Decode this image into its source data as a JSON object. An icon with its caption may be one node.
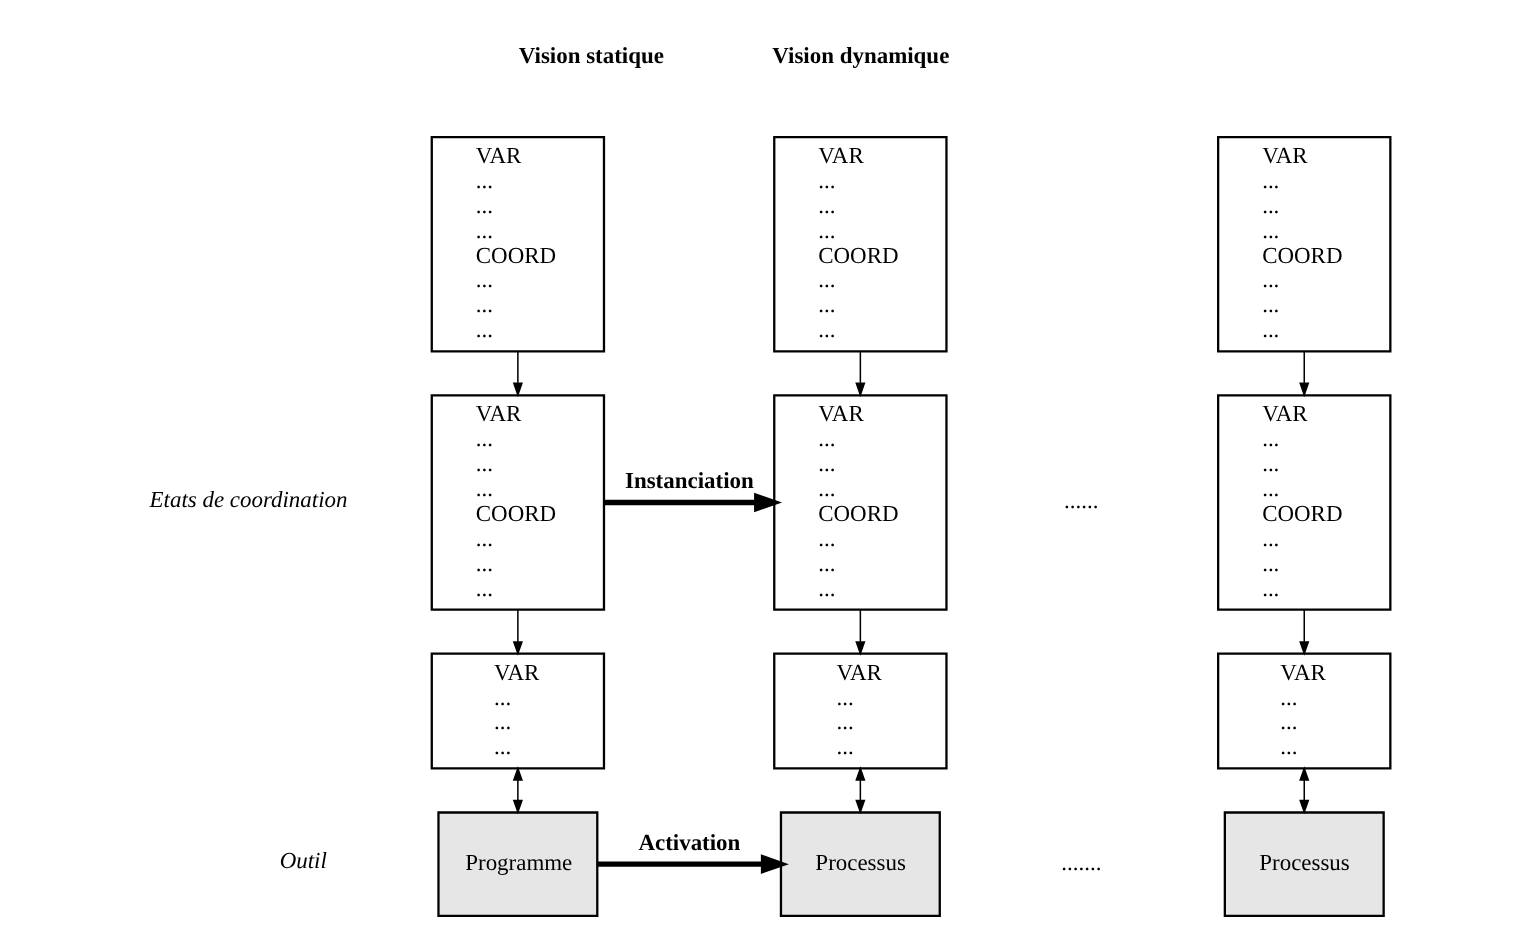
{
  "diagram": {
    "nodes": [
      {
        "text": [
          "VAR",
          "... ... ...",
          "COORD",
          "... ... ..."
        ]
      },
      {
        "text": [
          "VAR",
          "... ... ...",
          "COORD",
          "... ... ..."
        ]
      },
      {
        "text": [
          "VAR",
          "... ... ..."
        ]
      },
      {
        "text": [
          "VAR",
          "... ... ...",
          "COORD",
          "... ... ..."
        ]
      },
      {
        "text": [
          "VAR",
          "... ... ...",
          "COORD",
          "... ... ..."
        ]
      },
      {
        "text": [
          "VAR",
          "... ... ..."
        ]
      },
      {
        "text": [
          "VAR",
          "... ... ...",
          "COORD",
          "... ... ..."
        ]
      },
      {
        "text": [
          "VAR",
          "... ... ...",
          "COORD",
          "... ... ..."
        ]
      },
      {
        "text": [
          "VAR",
          "... ... ..."
        ]
      },
      {
        "text": [
          "Programme"
        ]
      },
      {
        "text": [
          "Processus"
        ]
      },
      {
        "text": [
          "Processus"
        ]
      }
    ],
    "edges": [
      {
        "from": 0,
        "to": 1,
        "arrow": "to"
      },
      {
        "from": 1,
        "to": 2,
        "arrow": "to"
      },
      {
        "from": 3,
        "to": 4,
        "arrow": "to"
      },
      {
        "from": 4,
        "to": 5,
        "arrow": "to"
      },
      {
        "from": 6,
        "to": 7,
        "arrow": "to"
      },
      {
        "from": 7,
        "to": 8,
        "arrow": "to"
      },
      {
        "from": 1,
        "to": 4,
        "arrow": "to",
        "label": "Instanciation",
        "style": "thick"
      },
      {
        "from": 2,
        "to": 9,
        "arrow": "both"
      },
      {
        "from": 5,
        "to": 10,
        "arrow": "both"
      },
      {
        "from": 8,
        "to": 11,
        "arrow": "both"
      },
      {
        "from": 9,
        "to": 10,
        "arrow": "to",
        "label": "Activation",
        "style": "thick"
      }
    ],
    "labels": [
      "Vision statique",
      "Vision dynamique",
      "Etats de coordination",
      "......",
      "Outil",
      "......."
    ]
  }
}
